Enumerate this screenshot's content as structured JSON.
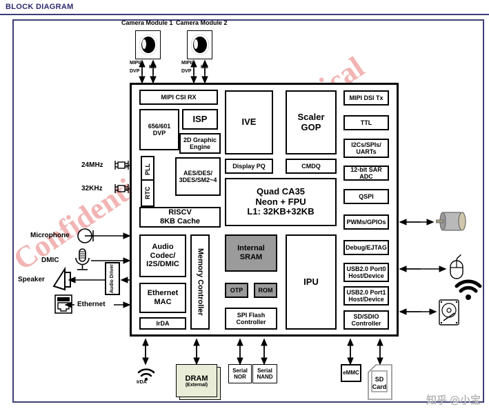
{
  "header": {
    "title": "BLOCK DIAGRAM"
  },
  "watermark": {
    "line1": "SigmaStar Technical",
    "line2": "Confidential",
    "color": "#f0a7a7"
  },
  "attribution": {
    "site": "知乎",
    "user": "@小宝"
  },
  "colors": {
    "frame_border": "#3d3d78",
    "title": "#2b2b6e",
    "block_border": "#000000",
    "block_fill": "#ffffff",
    "gray_block_fill": "#9b9b9b",
    "dram_fill": "#e9ecd7"
  },
  "cameras": [
    {
      "label": "Camera Module 1",
      "bus1": "MIPI/",
      "bus2": "DVP",
      "bus3": "I2C"
    },
    {
      "label": "Camera Module 2",
      "bus1": "MIPI/",
      "bus2": "DVP",
      "bus3": "I2C"
    }
  ],
  "clocks": [
    {
      "label": "24MHz"
    },
    {
      "label": "32KHz"
    }
  ],
  "left_devices": [
    {
      "name": "Microphone",
      "label": "Microphone"
    },
    {
      "name": "DMIC",
      "label": "DMIC"
    },
    {
      "name": "Speaker",
      "label": "Speaker"
    },
    {
      "name": "Ethernet",
      "label": "Ethernet"
    },
    {
      "name": "AudioDriver",
      "label": "Audio Driver",
      "l1": "Audio",
      "l2": "Driver"
    }
  ],
  "chip_blocks": {
    "mipi_csi_rx": "MIPI CSI RX",
    "dvp": {
      "l1": "656/601",
      "l2": "DVP"
    },
    "isp": "ISP",
    "graphic_engine": {
      "l1": "2D Graphic",
      "l2": "Engine"
    },
    "ive": "IVE",
    "scaler_gop": {
      "l1": "Scaler",
      "l2": "GOP"
    },
    "pll": "PLL",
    "rtc": "RTC",
    "crypto": {
      "l1": "AES/DES/",
      "l2": "3DES/SM2~4"
    },
    "display_pq": "Display PQ",
    "cmdq": "CMDQ",
    "cpu": {
      "l1": "Quad CA35",
      "l2": "Neon + FPU",
      "l3": "L1: 32KB+32KB"
    },
    "riscv": {
      "l1": "RISCV",
      "l2": "8KB Cache"
    },
    "audio_codec": {
      "l1": "Audio",
      "l2": "Codec/",
      "l3": "I2S/DMIC"
    },
    "memory_controller": "Memory Controller",
    "internal_sram": {
      "l1": "Internal",
      "l2": "SRAM"
    },
    "otp": "OTP",
    "rom": "ROM",
    "spi_flash_controller": {
      "l1": "SPI Flash",
      "l2": "Controller"
    },
    "ipu": "IPU",
    "ethernet_mac": {
      "l1": "Ethernet",
      "l2": "MAC"
    },
    "irda": "IrDA"
  },
  "right_peripherals": [
    {
      "label": "MIPI DSI Tx"
    },
    {
      "label": "TTL"
    },
    {
      "l1": "I2Cs/SPIs/",
      "l2": "UARTs"
    },
    {
      "label": "12-bit SAR ADC"
    },
    {
      "label": "QSPI"
    },
    {
      "label": "PWMs/GPIOs"
    },
    {
      "label": "Debug/EJTAG"
    },
    {
      "l1": "USB2.0 Port0",
      "l2": "Host/Device"
    },
    {
      "l1": "USB2.0 Port1",
      "l2": "Host/Device"
    },
    {
      "l1": "SD/SDIO",
      "l2": "Controller"
    }
  ],
  "bottom_devices": [
    {
      "name": "irda",
      "label": "IrDA",
      "icon": "irda-waves-icon"
    },
    {
      "name": "dram",
      "l1": "DRAM",
      "l2": "(External)",
      "icon": "dram-chip-icon"
    },
    {
      "name": "serial-nor",
      "l1": "Serial",
      "l2": "NOR",
      "icon": "serial-nor-icon"
    },
    {
      "name": "serial-nand",
      "l1": "Serial",
      "l2": "NAND",
      "icon": "serial-nand-icon"
    },
    {
      "name": "emmc",
      "label": "eMMC",
      "icon": "emmc-icon"
    },
    {
      "name": "sd-card",
      "l1": "SD",
      "l2": "Card",
      "icon": "sd-card-icon"
    }
  ],
  "right_devices": [
    {
      "name": "motor",
      "icon": "motor-icon"
    },
    {
      "name": "mouse",
      "icon": "mouse-icon"
    },
    {
      "name": "wifi",
      "icon": "wifi-icon"
    },
    {
      "name": "hard-disk",
      "icon": "hard-disk-icon"
    }
  ]
}
